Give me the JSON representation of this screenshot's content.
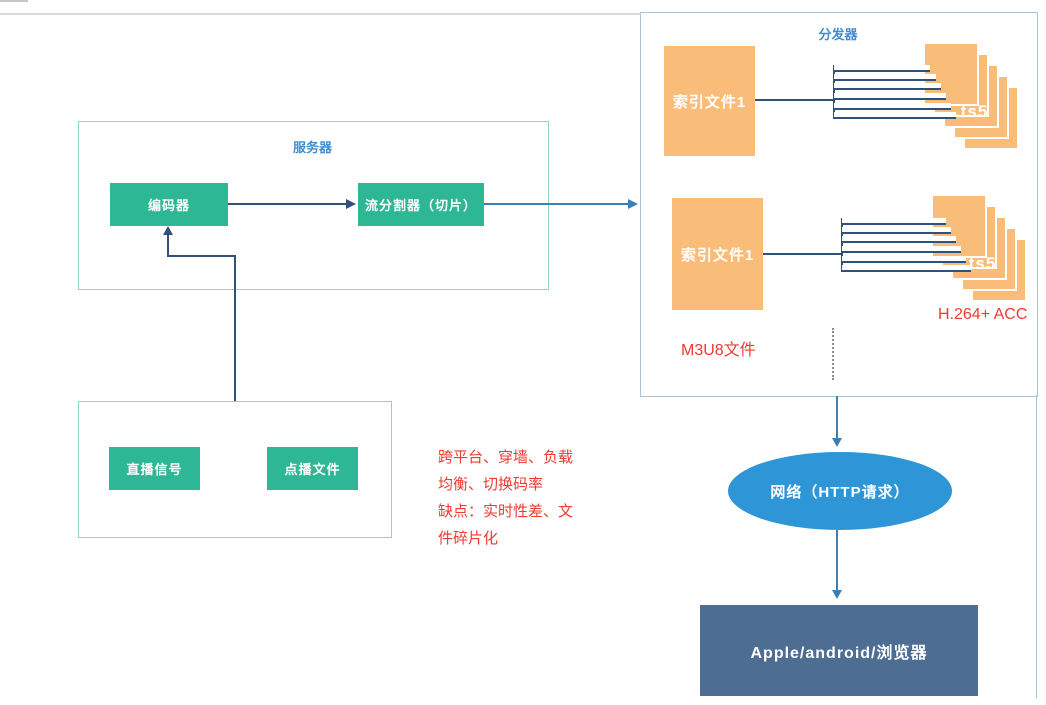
{
  "palette": {
    "node_green": "#2db795",
    "node_orange": "#f9bd79",
    "group_title_blue": "#3f8ed0",
    "server_border": "#90d5c1",
    "distributor_border": "#aac4d5",
    "connector_dark": "#30517a",
    "connector_mid": "#3a7fb5",
    "network_fill": "#2e96d7",
    "client_fill": "#4d6d92",
    "annotation_red": "#ee3a30"
  },
  "server_group": {
    "title": "服务器",
    "encoder": "编码器",
    "splitter": "流分割器（切片）"
  },
  "source_group": {
    "live": "直播信号",
    "vod": "点播文件"
  },
  "notes": {
    "lines": [
      "跨平台、穿墙、负载",
      "均衡、切换码率",
      "缺点：实时性差、文",
      "件碎片化"
    ]
  },
  "distributor": {
    "title": "分发器",
    "index_file_1": "索引文件1",
    "index_file_2": "索引文件1",
    "ts_label_1": ".ts5",
    "ts_label_2": ".ts5",
    "m3u8_label": "M3U8文件",
    "codec_label": "H.264+ ACC"
  },
  "network": {
    "label": "网络（HTTP请求）"
  },
  "client": {
    "label": "Apple/android/浏览器"
  }
}
